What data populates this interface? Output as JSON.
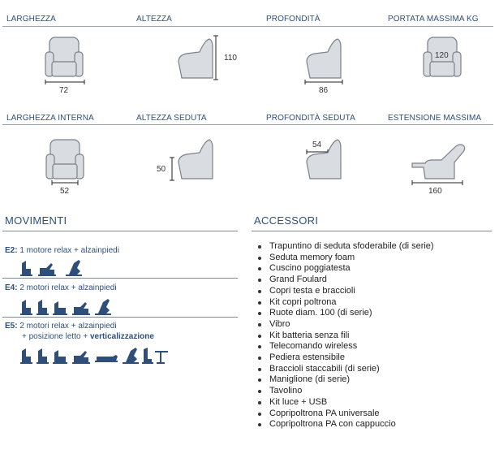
{
  "dimensions": [
    {
      "label": "LARGHEZZA",
      "value": "72",
      "icon": "armchair-front-icon"
    },
    {
      "label": "ALTEZZA",
      "value": "110",
      "icon": "armchair-side-icon"
    },
    {
      "label": "PROFONDITÀ",
      "value": "86",
      "icon": "armchair-side-icon"
    },
    {
      "label": "PORTATA MASSIMA KG",
      "value": "120",
      "icon": "armchair-front-icon"
    },
    {
      "label": "LARGHEZZA INTERNA",
      "value": "52",
      "icon": "armchair-front-icon"
    },
    {
      "label": "ALTEZZA SEDUTA",
      "value": "50",
      "icon": "armchair-side-icon"
    },
    {
      "label": "PROFONDITÀ SEDUTA",
      "value": "54",
      "icon": "armchair-side-icon"
    },
    {
      "label": "ESTENSIONE MASSIMA",
      "value": "160",
      "icon": "armchair-reclined-icon"
    }
  ],
  "movimenti": {
    "title": "MOVIMENTI",
    "items": [
      {
        "code": "E2:",
        "text": "1 motore relax + alzainpiedi"
      },
      {
        "code": "E4:",
        "text": "2 motori relax + alzainpiedi"
      },
      {
        "code": "E5:",
        "text": "2 motori relax + alzainpiedi",
        "line2_prefix": "+ posizione letto + ",
        "line2_bold": "verticalizzazione"
      }
    ]
  },
  "accessori": {
    "title": "ACCESSORI",
    "items": [
      "Trapuntino di seduta sfoderabile (di serie)",
      "Seduta memory foam",
      "Cuscino poggiatesta",
      "Grand Foulard",
      "Copri testa e braccioli",
      "Kit copri poltrona",
      "Ruote diam. 100 (di serie)",
      "Vibro",
      "Kit batteria senza fili",
      "Telecomando wireless",
      "Pediera estensibile",
      "Braccioli staccabili (di serie)",
      "Maniglione (di serie)",
      "Tavolino",
      "Kit luce + USB",
      "Copripoltrona PA universale",
      "Copripoltrona PA con cappuccio"
    ]
  },
  "colors": {
    "accent": "#2f4f7a",
    "chair_fill": "#d9dde1",
    "chair_stroke": "#7a8087",
    "rule": "#9aa4ad"
  }
}
